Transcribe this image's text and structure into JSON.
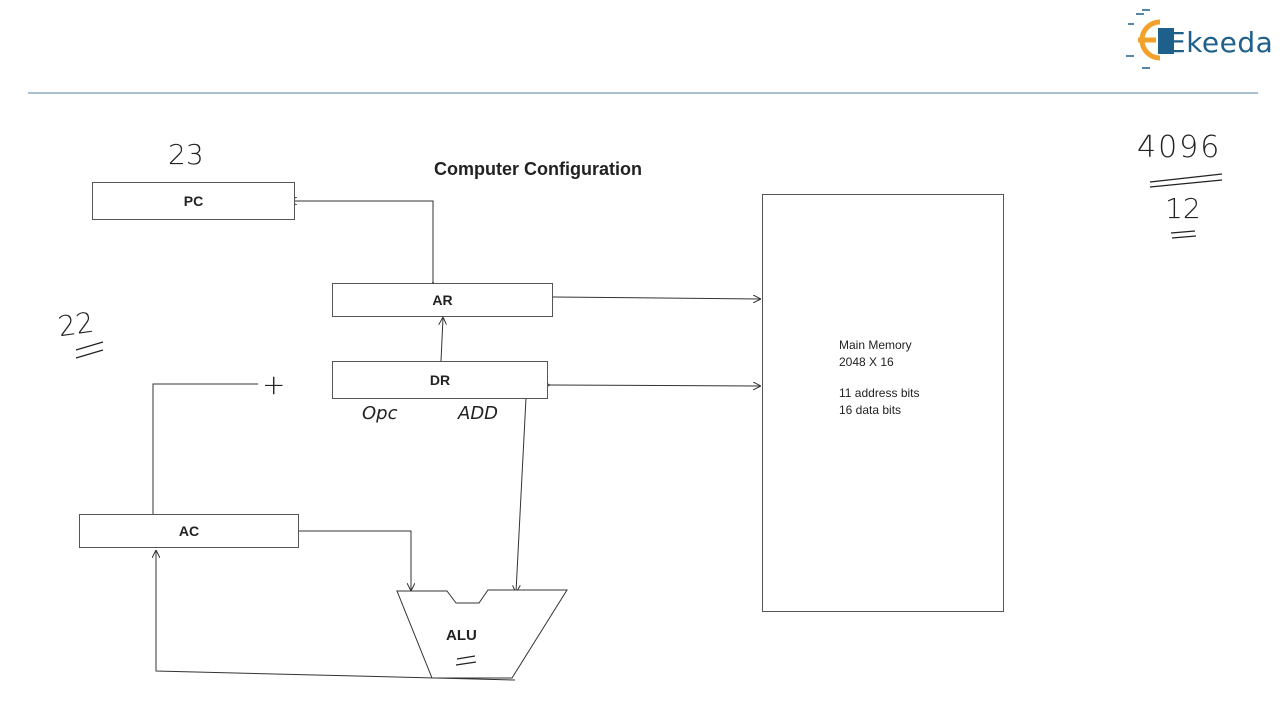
{
  "header": {
    "logo": {
      "text": "Ekeeda",
      "brand_color": "#1f5f8b",
      "accent_color": "#f2a22c"
    }
  },
  "diagram": {
    "title": "Computer Configuration",
    "registers": {
      "pc": "PC",
      "ar": "AR",
      "dr": "DR",
      "ac": "AC",
      "alu": "ALU"
    },
    "memory": {
      "line1": "Main Memory",
      "line2": "2048 X 16",
      "line3": "11 address bits",
      "line4": "16 data bits"
    },
    "handwriting": {
      "pc_note": "23",
      "left_note": "22",
      "plus": "+",
      "opc": "Opc",
      "add": "ADD",
      "top_right_num": "4096",
      "top_right_den": "12"
    }
  }
}
